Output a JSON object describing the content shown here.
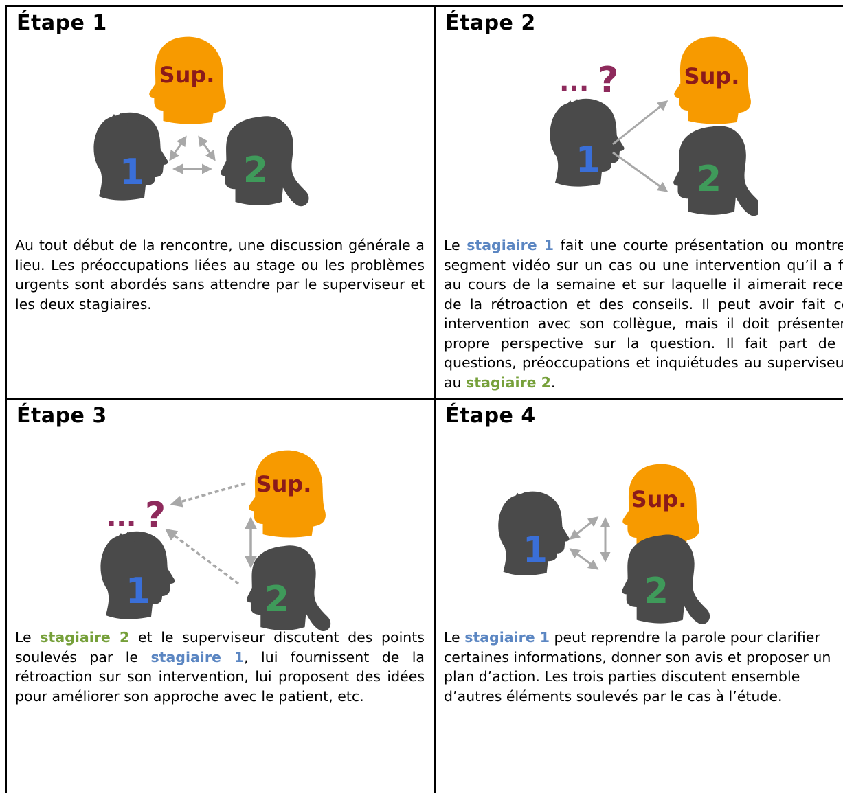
{
  "steps": [
    {
      "title": "Étape 1",
      "sup_label": "Sup.",
      "p1_label": "1",
      "p2_label": "2",
      "text": "Au tout début de la rencontre, une discussion générale a lieu. Les préoccupations liées au stage ou les problèmes urgents sont abordés sans attendre par le superviseur et les deux stagiaires."
    },
    {
      "title": "Étape 2",
      "sup_label": "Sup.",
      "p1_label": "1",
      "p2_label": "2",
      "thought_dots": "...",
      "thought_mark": "?",
      "text_a": "Le ",
      "highlight_1": "stagiaire 1",
      "text_b": " fait une courte présentation ou montre un segment vidéo sur un cas ou une intervention qu’il a faite au cours de la semaine et sur laquelle il aimerait recevoir de la rétroaction et des conseils. Il peut avoir fait cette intervention avec son collègue, mais il doit présenter sa propre perspective sur la question. Il fait part de ses questions, préoccupations et inquiétudes au superviseur et au ",
      "highlight_2": "stagiaire 2",
      "text_c": "."
    },
    {
      "title": "Étape 3",
      "sup_label": "Sup.",
      "p1_label": "1",
      "p2_label": "2",
      "thought_dots": "...",
      "thought_mark": "?",
      "text_a": "Le ",
      "highlight_2": "stagiaire 2",
      "text_b": " et le superviseur discutent des points soulevés par le ",
      "highlight_1": "stagiaire 1",
      "text_c": ", lui fournissent de la rétroaction sur son intervention, lui proposent des idées pour améliorer son approche avec le patient, etc."
    },
    {
      "title": "Étape 4",
      "sup_label": "Sup.",
      "p1_label": "1",
      "p2_label": "2",
      "text_a": "Le ",
      "highlight_1": "stagiaire 1",
      "text_b": " peut reprendre la parole pour clarifier certaines informations, donner son avis et proposer un plan d’action. Les trois parties discutent ensemble d’autres éléments soulevés par le cas à l’étude."
    }
  ],
  "colors": {
    "head_dark": "#4a4a4a",
    "supervisor": "#f79a00",
    "supervisor_text": "#8b1a1a",
    "stagiaire_1": "#3a6fd8",
    "stagiaire_2": "#3f9a5a",
    "thought": "#8e2a5c",
    "arrow": "#a8a8a8",
    "highlight_1": "#5b86c2",
    "highlight_2": "#76a03a"
  }
}
